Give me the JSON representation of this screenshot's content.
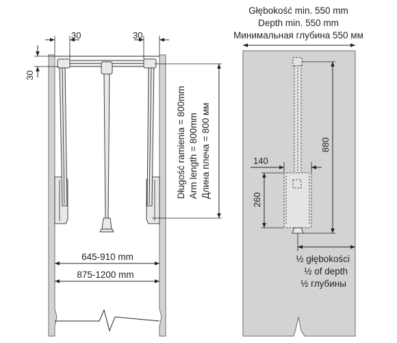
{
  "front_view": {
    "dim_left_gap": "30",
    "dim_right_gap": "30",
    "dim_top_gap": "30",
    "arm_length_lines": [
      "Długość ramienia = 800mm",
      "Arm length = 800mm",
      "Длина плеча = 800 мм"
    ],
    "width_range_small": "645-910 mm",
    "width_range_large": "875-1200 mm"
  },
  "side_view": {
    "depth_lines": [
      "Głębokość min. 550 mm",
      "Depth min. 550 mm",
      "Минимальная глубина 550 мм"
    ],
    "dim_height": "880",
    "dim_width": "140",
    "dim_body_height": "260",
    "half_depth_lines": [
      "½ głębokości",
      "½ of depth",
      "½ глубины"
    ]
  },
  "colors": {
    "wall": "#d3d3d3",
    "outline": "#231f20",
    "metal": "#e9e9ea"
  }
}
